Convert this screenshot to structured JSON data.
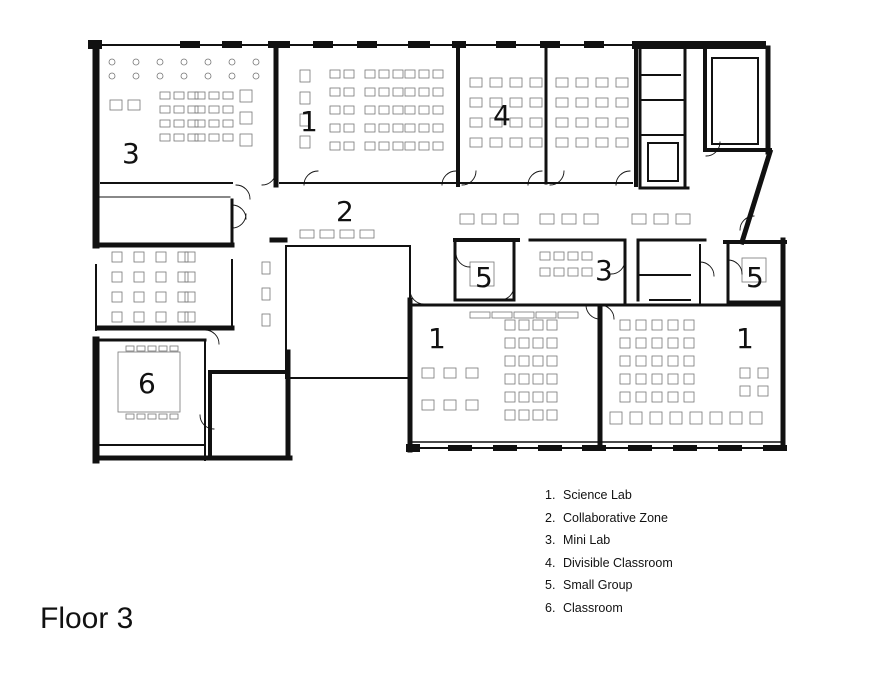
{
  "floor_title": "Floor 3",
  "legend": [
    {
      "num": "1.",
      "label": "Science Lab"
    },
    {
      "num": "2.",
      "label": "Collaborative Zone"
    },
    {
      "num": "3.",
      "label": "Mini Lab"
    },
    {
      "num": "4.",
      "label": "Divisible Classroom"
    },
    {
      "num": "5.",
      "label": "Small Group"
    },
    {
      "num": "6.",
      "label": "Classroom"
    }
  ],
  "room_labels": {
    "mini_lab_west": "3",
    "science_lab_north": "1",
    "divisible_classroom": "4",
    "collaborative_zone": "2",
    "small_group_west": "5",
    "mini_lab_center": "3",
    "small_group_east": "5",
    "classroom": "6",
    "science_lab_southwest": "1",
    "science_lab_southeast": "1"
  },
  "colors": {
    "wall": "#111111",
    "furniture": "#777777",
    "background": "#ffffff"
  }
}
